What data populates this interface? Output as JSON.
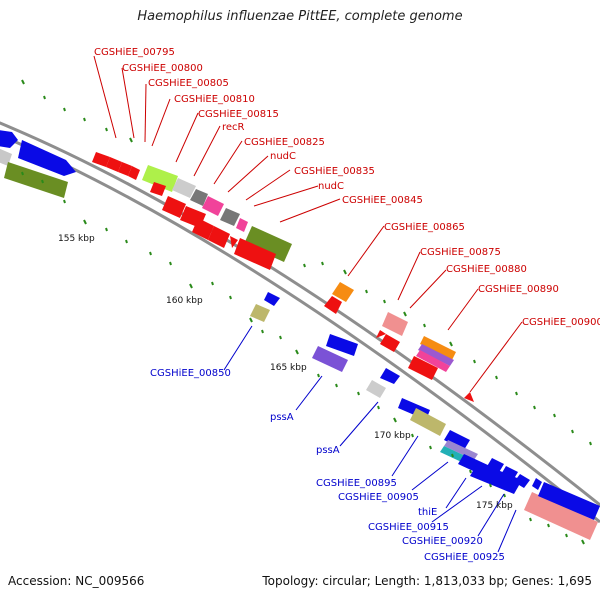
{
  "title": "Haemophilus influenzae PittEE, complete genome",
  "accession": "Accession: NC_009566",
  "topology": "Topology: circular; Length: 1,813,033 bp; Genes: 1,695",
  "colors": {
    "backbone": "#9a9a9a",
    "forward_gene": "#0a0ae6",
    "reverse_gene": "#ee0a0a",
    "tick": "#2a8a1a",
    "label_forward": "#0000cc",
    "label_reverse": "#cc0000"
  },
  "scale_labels": [
    "155 kbp",
    "160 kbp",
    "165 kbp",
    "170 kbp",
    "175 kbp"
  ],
  "reverse_labels": [
    "CGSHiEE_00795",
    "CGSHiEE_00800",
    "CGSHiEE_00805",
    "CGSHiEE_00810",
    "CGSHiEE_00815",
    "recR",
    "CGSHiEE_00825",
    "nudC",
    "CGSHiEE_00835",
    "nudC",
    "CGSHiEE_00845",
    "CGSHiEE_00865",
    "CGSHiEE_00875",
    "CGSHiEE_00880",
    "CGSHiEE_00890",
    "CGSHiEE_00900"
  ],
  "forward_labels": [
    "CGSHiEE_00850",
    "pssA",
    "pssA",
    "CGSHiEE_00895",
    "CGSHiEE_00905",
    "thiE",
    "CGSHiEE_00915",
    "CGSHiEE_00920",
    "CGSHiEE_00925"
  ]
}
